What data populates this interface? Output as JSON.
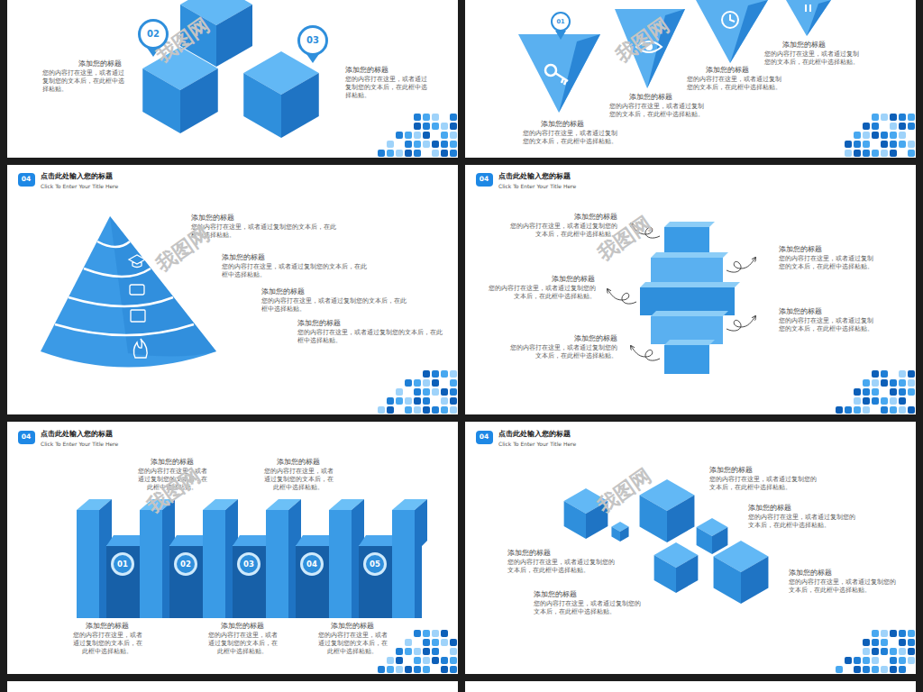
{
  "diagram": {
    "nodes": [
      {
        "text": [
          "02"
        ]
      },
      {
        "text": [
          "03"
        ]
      },
      {
        "text": [
          "01"
        ]
      },
      {
        "text": [
          "04"
        ]
      },
      {
        "text": [
          "04"
        ]
      },
      {
        "text": [
          "04"
        ]
      },
      {
        "text": [
          "04"
        ]
      },
      {
        "text": [
          "01"
        ]
      },
      {
        "text": [
          "02"
        ]
      },
      {
        "text": [
          "03"
        ]
      },
      {
        "text": [
          "04"
        ]
      },
      {
        "text": [
          "05"
        ]
      }
    ],
    "labels": [
      "添加您的标题",
      "您的内容打在这里，或者通过复制您的文本后，在此框中选择粘贴。",
      "添加您的标题",
      "您的内容打在这里，或者通过复制您的文本后，在此框中选择粘贴。",
      "添加您的标题",
      "您的内容打在这里，或者通过复制您的文本后，在此框中选择粘贴。",
      "添加您的标题",
      "您的内容打在这里，或者通过复制您的文本后，在此框中选择粘贴。",
      "添加您的标题",
      "您的内容打在这里，或者通过复制您的文本后，在此框中选择粘贴。",
      "添加您的标题",
      "您的内容打在这里，或者通过复制您的文本后，在此框中选择粘贴。",
      "点击此处输入您的标题",
      "Click To Enter Your Title Here",
      "添加您的标题",
      "您的内容打在这里，或者通过复制您的文本后，在此框中选择粘贴。",
      "添加您的标题",
      "您的内容打在这里，或者通过复制您的文本后，在此框中选择粘贴。",
      "添加您的标题",
      "您的内容打在这里，或者通过复制您的文本后，在此框中选择粘贴。",
      "添加您的标题",
      "您的内容打在这里，或者通过复制您的文本后，在此框中选择粘贴。",
      "点击此处输入您的标题",
      "Click To Enter Your Title Here",
      "添加您的标题",
      "您的内容打在这里，或者通过复制您的文本后，在此框中选择粘贴。",
      "添加您的标题",
      "您的内容打在这里，或者通过复制您的文本后，在此框中选择粘贴。",
      "添加您的标题",
      "您的内容打在这里，或者通过复制您的文本后，在此框中选择粘贴。",
      "添加您的标题",
      "您的内容打在这里，或者通过复制您的文本后，在此框中选择粘贴。",
      "添加您的标题",
      "您的内容打在这里，或者通过复制您的文本后，在此框中选择粘贴。",
      "点击此处输入您的标题",
      "Click To Enter Your Title Here",
      "添加您的标题",
      "您的内容打在这里，或者通过复制您的文本后，在此框中选择粘贴。",
      "添加您的标题",
      "您的内容打在这里，或者通过复制您的文本后，在此框中选择粘贴。",
      "添加您的标题",
      "您的内容打在这里，或者通过复制您的文本后，在此框中选择粘贴。",
      "添加您的标题",
      "您的内容打在这里，或者通过复制您的文本后，在此框中选择粘贴。",
      "添加您的标题",
      "您的内容打在这里，或者通过复制您的文本后，在此框中选择粘贴。",
      "点击此处输入您的标题",
      "Click To Enter Your Title Here",
      "添加您的标题",
      "您的内容打在这里，或者通过复制您的文本后，在此框中选择粘贴。",
      "添加您的标题",
      "您的内容打在这里，或者通过复制您的文本后，在此框中选择粘贴。",
      "添加您的标题",
      "您的内容打在这里，或者通过复制您的文本后，在此框中选择粘贴。",
      "添加您的标题",
      "您的内容打在这里，或者通过复制您的文本后，在此框中选择粘贴。",
      "添加您的标题",
      "您的内容打在这里，或者通过复制您的文本后，在此框中选择粘贴。",
      "我图网",
      "我图网",
      "我图网",
      "我图网",
      "我图网",
      "我图网"
    ]
  }
}
